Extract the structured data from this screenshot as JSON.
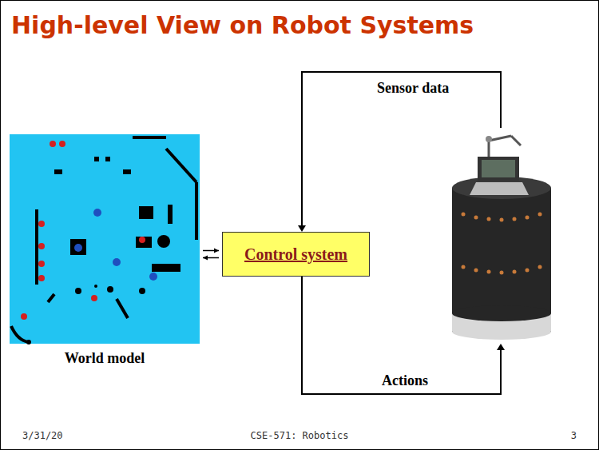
{
  "diagram": {
    "title": "High-level View on Robot Systems",
    "nodes": [
      {
        "text": [
          "World model"
        ]
      },
      {
        "text": [
          "Control system"
        ]
      }
    ],
    "edges": [
      {
        "from": 0,
        "to": 1,
        "arrow": "to"
      },
      {
        "from": 1,
        "to": 0,
        "arrow": "to"
      }
    ],
    "labels": [
      "Sensor data",
      "Actions",
      "3/31/20",
      "CSE-571: Robotics",
      "3"
    ]
  }
}
